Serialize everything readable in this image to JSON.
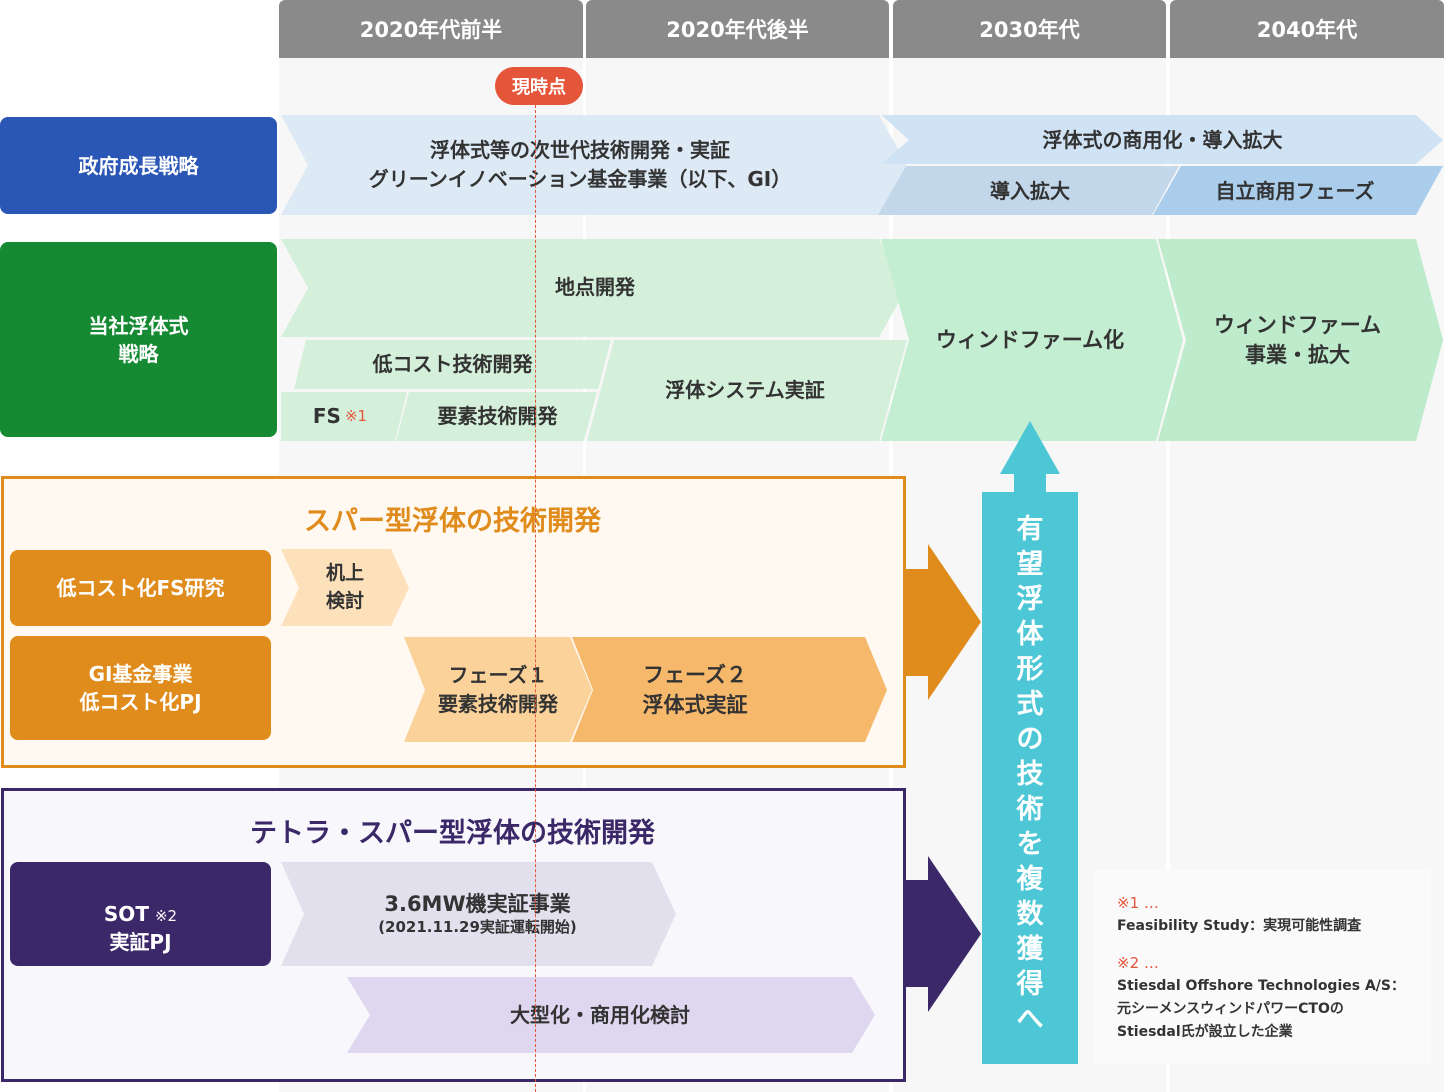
{
  "columns": [
    "2020年代前半",
    "2020年代後半",
    "2030年代",
    "2040年代"
  ],
  "now_marker": "現時点",
  "government": {
    "label": "政府成長戦略",
    "items": [
      {
        "line1": "浮体式等の次世代技術開発・実証",
        "line2": "グリーンイノベーション基金事業（以下、GI）"
      },
      {
        "text": "浮体式の商用化・導入拡大"
      },
      {
        "text": "導入拡大"
      },
      {
        "text": "自立商用フェーズ"
      }
    ]
  },
  "company": {
    "label": "当社浮体式\n戦略",
    "items": [
      "地点開発",
      "低コスト技術開発",
      "FS",
      "要素技術開発",
      "浮体システム実証",
      "ウィンドファーム化",
      "ウィンドファーム\n事業・拡大"
    ],
    "fs_note": "※1"
  },
  "spar": {
    "title": "スパー型浮体の技術開発",
    "rows": [
      {
        "label": "低コスト化FS研究",
        "items": [
          "机上\n検討"
        ]
      },
      {
        "label": "GI基金事業\n低コスト化PJ",
        "items": [
          "フェーズ１\n要素技術開発",
          "フェーズ２\n浮体式実証"
        ]
      }
    ]
  },
  "tetra": {
    "title": "テトラ・スパー型浮体の技術開発",
    "rows": [
      {
        "label_main": "SOT",
        "label_note": "※2",
        "label_sub": "実証PJ",
        "item_main": "3.6MW機実証事業",
        "item_sub": "(2021.11.29実証運転開始)"
      },
      {
        "item_main": "大型化・商用化検討"
      }
    ]
  },
  "goal": {
    "chars": [
      "有",
      "望",
      "浮",
      "体",
      "形",
      "式",
      "の",
      "技",
      "術",
      "を",
      "複",
      "数",
      "獲",
      "得",
      "へ"
    ]
  },
  "notes": [
    {
      "mark": "※1 …",
      "lines": [
        "Feasibility Study：実現可能性調査"
      ]
    },
    {
      "mark": "※2 …",
      "lines": [
        "Stiesdal Offshore Technologies A/S：",
        "元シーメンスウィンドパワーCTOの",
        "Stiesdal氏が設立した企業"
      ]
    }
  ],
  "colors": {
    "gov": "#2a56b5",
    "company": "#168a33",
    "spar": "#e08c1c",
    "tetra": "#3a2868",
    "goal": "#4dc7d6",
    "now": "#e4553a"
  }
}
